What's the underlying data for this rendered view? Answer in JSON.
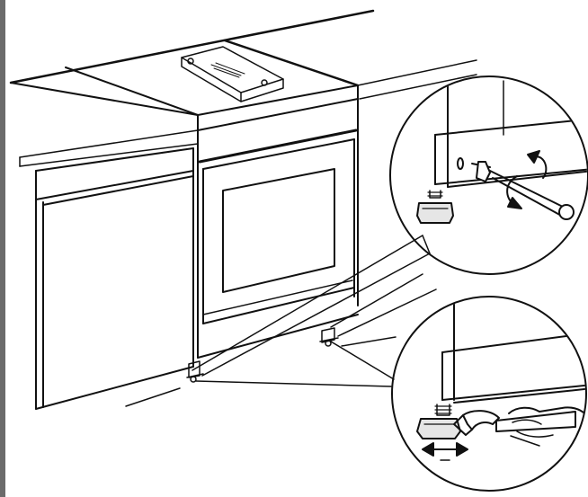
{
  "figure": {
    "description_labels": [],
    "colors": {
      "ink": "#111111",
      "paper": "#ffffff",
      "border": "#6b6b6b",
      "nut": "#e6e6e6"
    },
    "components": [
      "worktop",
      "spirit-level",
      "left-cabinet",
      "oven",
      "oven-window",
      "adjustable-foot-front",
      "adjustable-foot-rear",
      "detail-screwdriver",
      "detail-wrench"
    ]
  }
}
